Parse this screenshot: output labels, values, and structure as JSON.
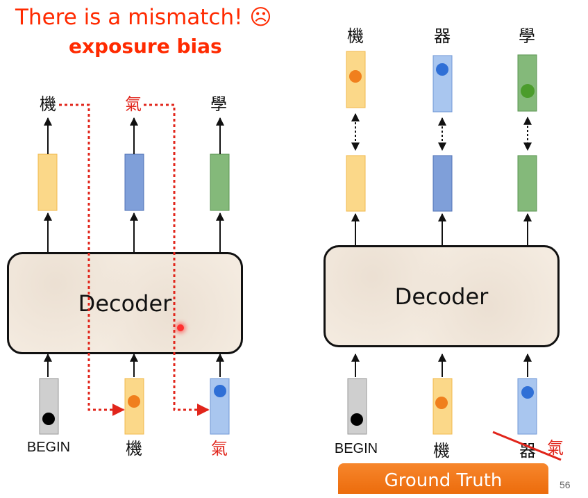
{
  "headline": {
    "line1": "There is a mismatch! ☹",
    "line2": "exposure bias"
  },
  "left_panel": {
    "outputs": [
      "機",
      "氣",
      "學"
    ],
    "decoder_label": "Decoder",
    "inputs": [
      "BEGIN",
      "機",
      "氣"
    ]
  },
  "right_panel": {
    "targets": [
      "機",
      "器",
      "學"
    ],
    "decoder_label": "Decoder",
    "inputs": [
      "BEGIN",
      "機",
      "器"
    ],
    "crossed_token": "氣"
  },
  "ground_truth_label": "Ground Truth",
  "page_number": "56",
  "colors": {
    "yellow": "#fbd889",
    "blue": "#7f9fd9",
    "green": "#84b97a",
    "gray": "#cfcfcf",
    "red_text": "#e1251b",
    "orange_dot": "#f07f1d",
    "blue_dot": "#2f6fd6",
    "green_dot": "#4b9c2c"
  }
}
